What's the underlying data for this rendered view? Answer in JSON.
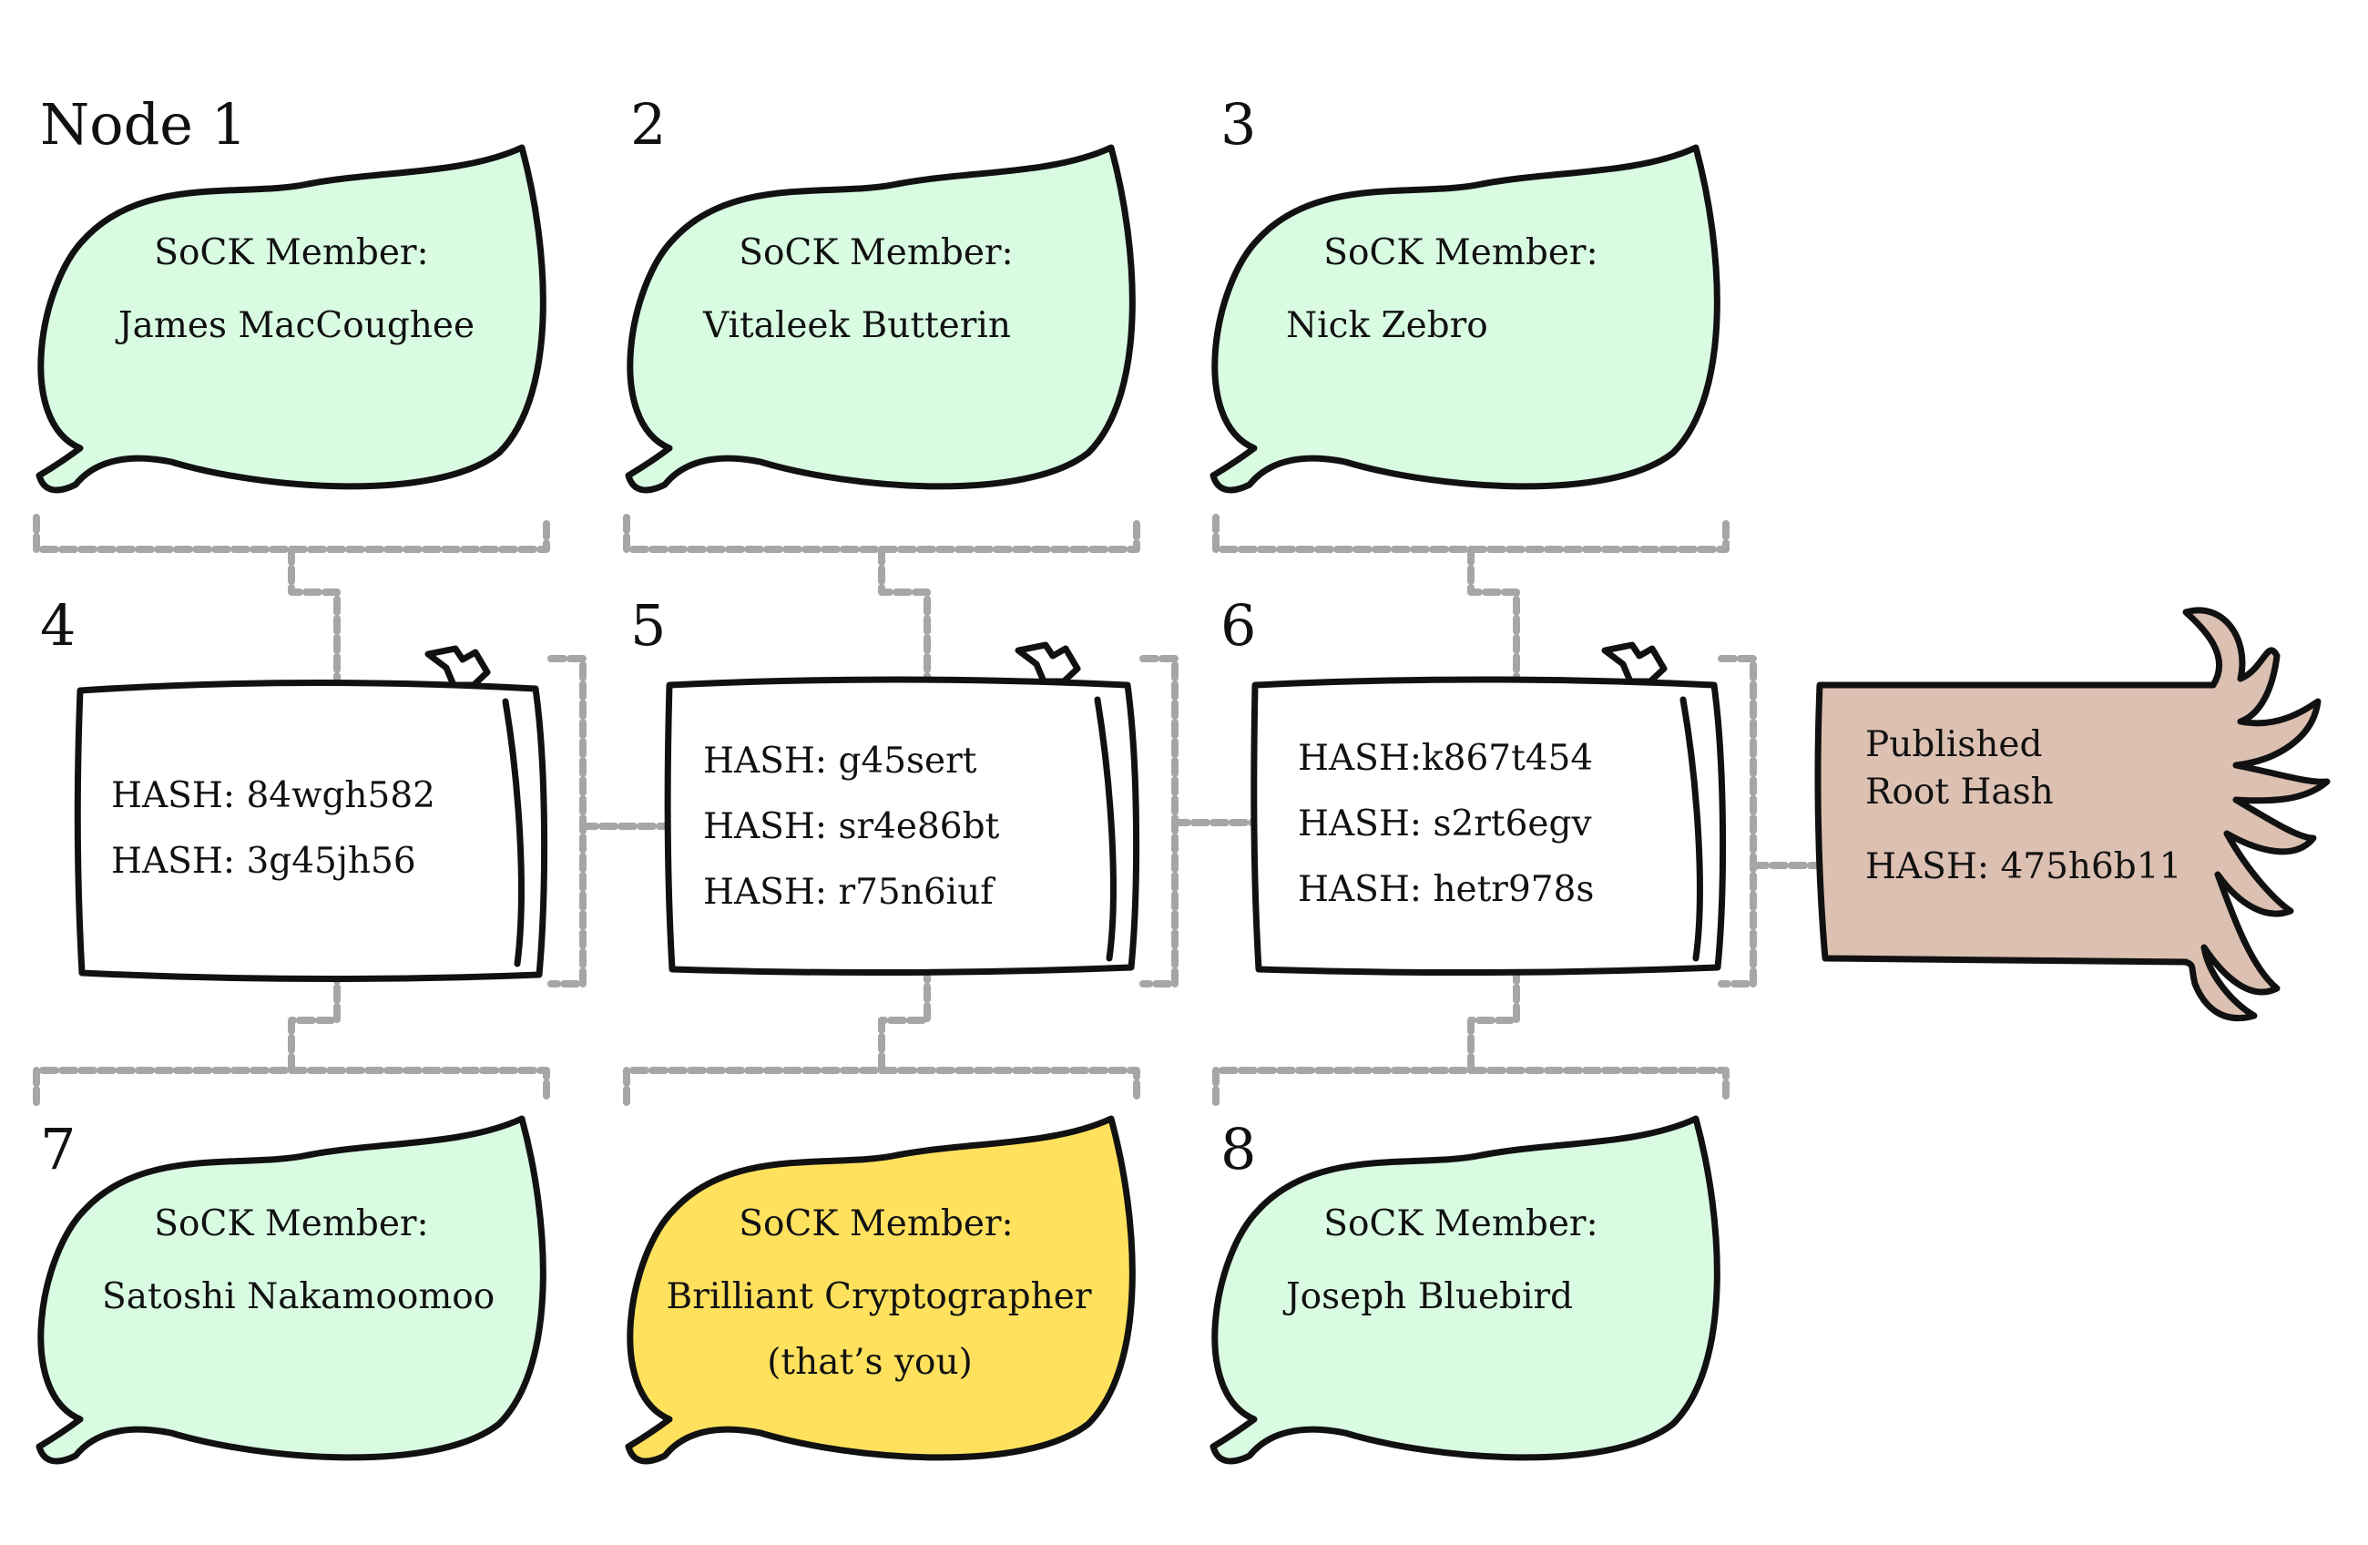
{
  "nodes": [
    {
      "label": "Node 1",
      "title": "SoCK Member:",
      "name": "James MacCoughee",
      "extra": "",
      "fill": "#d9fbe2"
    },
    {
      "label": "2",
      "title": "SoCK Member:",
      "name": "Vitaleek Butterin",
      "extra": "",
      "fill": "#d9fbe2"
    },
    {
      "label": "3",
      "title": "SoCK Member:",
      "name": "Nick Zebro",
      "extra": "",
      "fill": "#d9fbe2"
    },
    {
      "label": "7",
      "title": "SoCK Member:",
      "name": "Satoshi Nakamoomoo",
      "extra": "",
      "fill": "#d9fbe2"
    },
    {
      "label": "",
      "title": "SoCK Member:",
      "name": "Brilliant Cryptographer",
      "extra": "(that’s you)",
      "fill": "#ffe15e"
    },
    {
      "label": "8",
      "title": "SoCK Member:",
      "name": "Joseph Bluebird",
      "extra": "",
      "fill": "#d9fbe2"
    }
  ],
  "logs": [
    {
      "label": "4",
      "hashes": [
        "HASH: 84wgh582",
        "HASH: 3g45jh56"
      ]
    },
    {
      "label": "5",
      "hashes": [
        "HASH: g45sert",
        "HASH: sr4e86bt",
        "HASH: r75n6iuf"
      ]
    },
    {
      "label": "6",
      "hashes": [
        "HASH:k867t454",
        "HASH: s2rt6egv",
        "HASH: hetr978s"
      ]
    }
  ],
  "root": {
    "line1": "Published",
    "line2": "Root Hash",
    "hash": "HASH: 475h6b11",
    "fill": "#dcc0b1"
  },
  "colors": {
    "chain": "#a6a6a6",
    "log_fill": "#ffffff",
    "outline": "#111111"
  }
}
